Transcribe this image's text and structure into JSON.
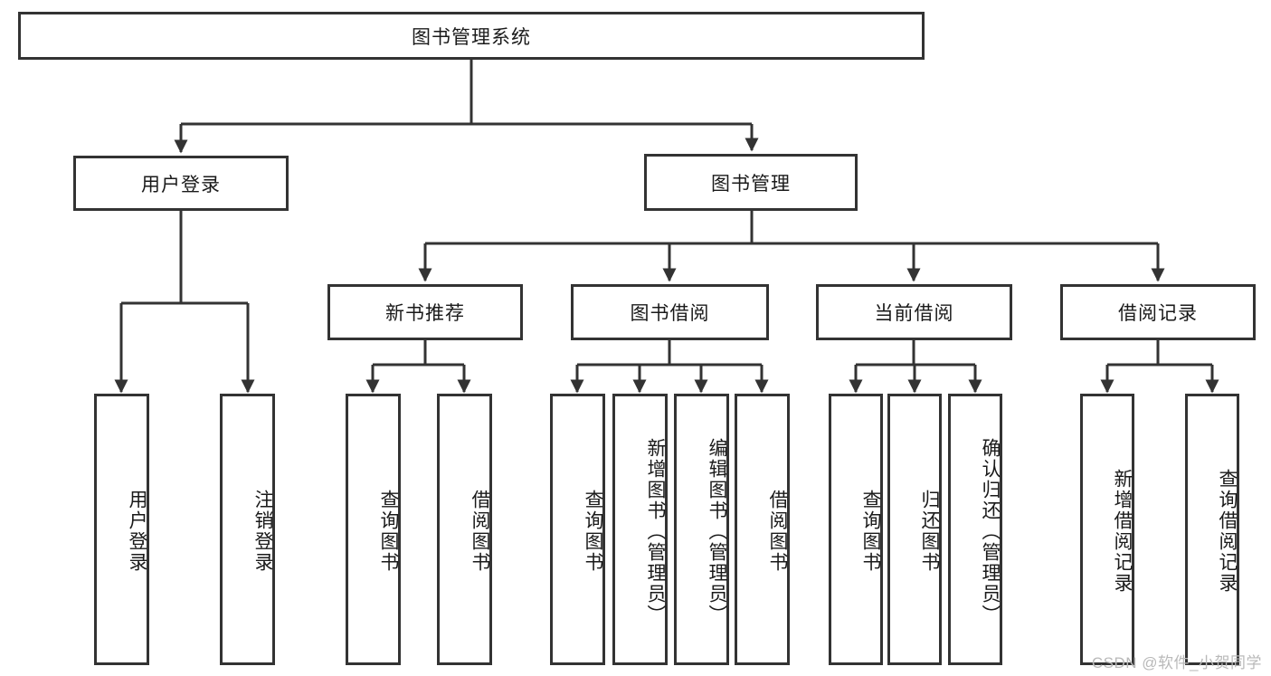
{
  "diagram": {
    "type": "tree",
    "title_node": {
      "label": "图书管理系统"
    },
    "level2": [
      {
        "label": "用户登录"
      },
      {
        "label": "图书管理"
      }
    ],
    "level3": [
      {
        "label": "新书推荐"
      },
      {
        "label": "图书借阅"
      },
      {
        "label": "当前借阅"
      },
      {
        "label": "借阅记录"
      }
    ],
    "leaves": {
      "user_login": [
        {
          "label": "用户登录"
        },
        {
          "label": "注销登录"
        }
      ],
      "new_book_rec": [
        {
          "label": "查询图书"
        },
        {
          "label": "借阅图书"
        }
      ],
      "book_borrow": [
        {
          "label": "查询图书"
        },
        {
          "label": "新增图书（管理员）"
        },
        {
          "label": "编辑图书（管理员）"
        },
        {
          "label": "借阅图书"
        }
      ],
      "current_borrow": [
        {
          "label": "查询图书"
        },
        {
          "label": "归还图书"
        },
        {
          "label": "确认归还（管理员）"
        }
      ],
      "borrow_record": [
        {
          "label": "新增借阅记录"
        },
        {
          "label": "查询借阅记录"
        }
      ]
    }
  },
  "watermark": {
    "text": "CSDN @软件_小贺同学"
  },
  "colors": {
    "stroke": "#333333",
    "box_border": "#333333",
    "background": "#ffffff",
    "text": "#1a1a1a",
    "watermark": "#b9b9b9"
  }
}
